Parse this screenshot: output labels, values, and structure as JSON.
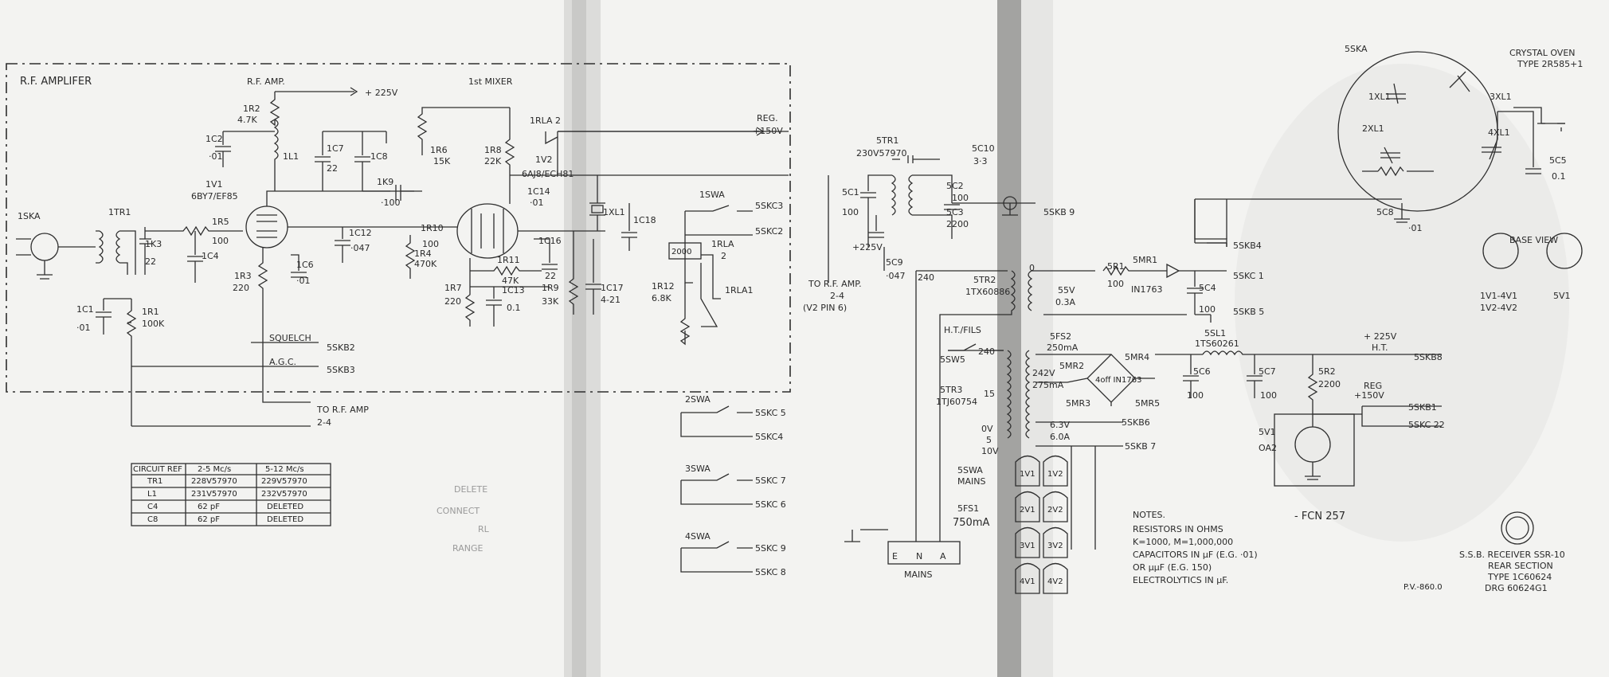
{
  "sections": {
    "rf_amplifier": "R.F. AMPLIFER",
    "rf_amp": "R.F. AMP.",
    "first_mixer": "1st MIXER",
    "crystal_oven": "CRYSTAL OVEN",
    "crystal_oven_type": "TYPE 2R585+1",
    "base_view": "BASE VIEW"
  },
  "supplies": {
    "plus225": "+ 225V",
    "reg150": "REG.",
    "reg150b": "+150V",
    "ht225": "+ 225V",
    "ht": "H.T.",
    "reg150_2": "REG",
    "reg150_2b": "+150V"
  },
  "components": {
    "1ska": "1SKA",
    "1tr1": "1TR1",
    "1k3": "1K3",
    "1k3v": "22",
    "1r5": "1R5",
    "1r5v": "100",
    "1c4": "1C4",
    "1c2": "1C2",
    "1c2v": "·01",
    "1r2": "1R2",
    "1r2v": "4.7K",
    "1l1": "1L1",
    "1c7": "1C7",
    "1c7v": "22",
    "1c8": "1C8",
    "1k9": "1K9",
    "1k9v": "·100",
    "1v1": "1V1",
    "1v1t": "6BY7/EF85",
    "1c12": "1C12",
    "1c12v": "·047",
    "1c6": "1C6",
    "1c6v": "·01",
    "1r3": "1R3",
    "1r3v": "220",
    "1c1": "1C1",
    "1c1v": "·01",
    "1r1": "1R1",
    "1r1v": "100K",
    "1r6": "1R6",
    "1r6v": "15K",
    "1r8": "1R8",
    "1r8v": "22K",
    "1v2": "1V2",
    "1v2t": "6AJ8/ECH81",
    "1c14": "1C14",
    "1c14v": "·01",
    "1xl1": "1XL1",
    "1c18": "1C18",
    "1r10": "1R10",
    "1r10v": "100",
    "1r4": "1R4",
    "1r4v": "470K",
    "1r11": "1R11",
    "1r11v": "47K",
    "1c16": "1C16",
    "1c16v": "22",
    "1r7": "1R7",
    "1r7v": "220",
    "1c13": "1C13",
    "1c13v": "0.1",
    "1r9": "1R9",
    "1r9v": "33K",
    "1c17": "1C17",
    "1c17v": "4-21",
    "1rla2": "1RLA 2",
    "1swa": "1SWA",
    "1rla": "1RLA",
    "1rla_n": "2",
    "1rla_r": "2000",
    "1rla1": "1RLA1",
    "1r12": "1R12",
    "1r12v": "6.8K",
    "5tr1": "5TR1",
    "5tr1t": "230V57970",
    "5c10": "5C10",
    "5c10v": "3·3",
    "5c1": "5C1",
    "5c1v": "100",
    "5c2": "5C2",
    "5c2v": "100",
    "5c3": "5C3",
    "5c3v": "2200",
    "5c9": "5C9",
    "5c9v": "·047",
    "5c9s": "+225V",
    "5tr2": "5TR2",
    "5tr2t": "1TX60886",
    "t240": "240",
    "t0": "0",
    "5r1": "5R1",
    "5r1v": "100",
    "5mr1": "5MR1",
    "5mr1t": "IN1763",
    "5c4": "5C4",
    "5c4v": "100",
    "v55": "55V",
    "a03": "0.3A",
    "5sw5": "5SW5",
    "ht_fils": "H.T./FILS",
    "5tr3": "5TR3",
    "5tr3t": "1TJ60754",
    "5fs2": "5FS2",
    "5fs2v": "250mA",
    "5mr2": "5MR2",
    "5mr4": "5MR4",
    "5mr3": "5MR3",
    "5mr5": "5MR5",
    "bridge": "4off IN1763",
    "v242": "242V",
    "ma275": "275mA",
    "5sl1": "5SL1",
    "5sl1t": "1TS60261",
    "5c6": "5C6",
    "5c6v": "100",
    "5c7": "5C7",
    "5c7v": "100",
    "5sr2": "5R2",
    "5sr2v": "2200",
    "5v1": "5V1",
    "5v1t": "OA2",
    "v63": "6.3V",
    "a60": "6.0A",
    "5swa": "5SWA",
    "mains": "MAINS",
    "5fs1": "5FS1",
    "5fs1v": "750mA",
    "t240b": "240",
    "t15": "15",
    "t0b": "0V",
    "t5": "5",
    "t10": "10V",
    "n1": "1V1",
    "n2": "1V2",
    "n3": "2V1",
    "n4": "2V2",
    "n5": "3V1",
    "n6": "3V2",
    "n7": "4V1",
    "n8": "4V2",
    "mains_e": "E",
    "mains_n": "N",
    "mains_a": "A",
    "mains_lbl": "MAINS",
    "5ska": "5SKA",
    "5c8": "5C8",
    "5c8v": "·01",
    "5c5": "5C5",
    "5c5v": "0.1",
    "2xl1": "2XL1",
    "3xl1": "3XL1",
    "4xl1": "4XL1",
    "xl1": "1XL1",
    "tube1": "1V1-4V1",
    "tube1b": "1V2-4V2",
    "tube2": "5V1",
    "sw2": "2SWA",
    "sw3": "3SWA",
    "sw4": "4SWA"
  },
  "connectors": {
    "squelch": "SQUELCH",
    "5skb2": "5SKB2",
    "agc": "A.G.C.",
    "5skb3": "5SKB3",
    "to_rf": "TO R.F. AMP",
    "to_rf_b": "2-4",
    "5skc3": "5SKC3",
    "5skc2": "5SKC2",
    "5skc5": "5SKC 5",
    "5skc4": "5SKC4",
    "5skc7": "5SKC 7",
    "5skc6": "5SKC 6",
    "5skc9": "5SKC 9",
    "5skc8": "5SKC 8",
    "to_rf2": "TO R.F. AMP.",
    "to_rf2b": "2-4",
    "to_rf2c": "(V2 PIN 6)",
    "5skb9": "5SKB 9",
    "5skb4": "5SKB4",
    "5skc1": "5SKC 1",
    "5skb5": "5SKB 5",
    "5skb8": "5SKB8",
    "5skb1": "5SKB1",
    "5skc22": "5SKC 22",
    "5skb6": "5SKB6",
    "5skb7": "5SKB 7"
  },
  "table": {
    "headers": [
      "CIRCUIT REF",
      "2-5 Mc/s",
      "5-12 Mc/s"
    ],
    "rows": [
      [
        "TR1",
        "228V57970",
        "229V57970"
      ],
      [
        "L1",
        "231V57970",
        "232V57970"
      ],
      [
        "C4",
        "62 pF",
        "DELETED"
      ],
      [
        "C8",
        "62 pF",
        "DELETED"
      ]
    ]
  },
  "notes": {
    "title": "NOTES.",
    "line1": "RESISTORS IN OHMS",
    "line2": "K=1000, M=1,000,000",
    "line3": "CAPACITORS IN µF (E.G. ·01)",
    "line4": "OR µµF (E.G. 150)",
    "line5": "ELECTROLYTICS IN µF."
  },
  "title_block": {
    "line1": "S.S.B. RECEIVER SSR-10",
    "line2": "REAR SECTION",
    "line3": "TYPE 1C60624",
    "line4": "DRG 60624G1",
    "pv": "P.V.-860.0"
  },
  "pencil": {
    "ref": "- FCN 257",
    "delete": "DELETE",
    "connect": "CONNECT",
    "rl": "RL",
    "range": "RANGE"
  },
  "colors": {
    "ink": "#2e2e2e",
    "paper": "#f3f3f1",
    "fold": "#9c9c9c"
  }
}
